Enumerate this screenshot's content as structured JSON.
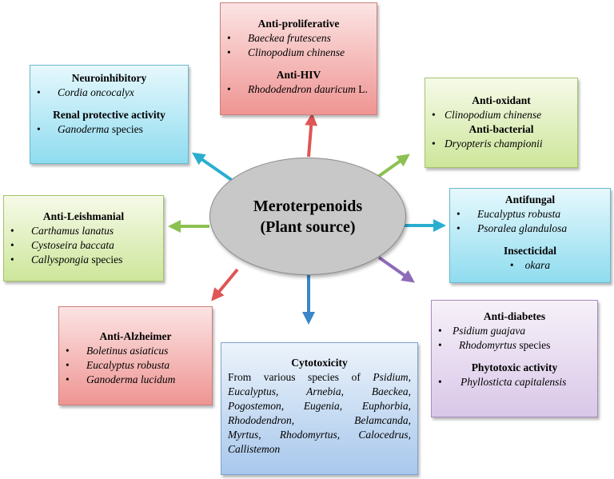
{
  "center": {
    "line1": "Meroterpenoids",
    "line2": "(Plant source)"
  },
  "anti_proliferative": {
    "title": "Anti-proliferative",
    "items": [
      "Baeckea frutescens",
      "Clinopodium chinense"
    ],
    "title2": "Anti-HIV",
    "hiv_species": "Rhododendron dauricum",
    "hiv_suffix": " L."
  },
  "neuroinhibitory": {
    "title": "Neuroinhibitory",
    "item": "Cordia oncocalyx",
    "title2": "Renal protective activity",
    "renal_species": "Ganoderma",
    "renal_suffix": " species"
  },
  "anti_oxidant": {
    "title": "Anti-oxidant",
    "item": "Clinopodium chinense",
    "title2": "Anti-bacterial",
    "item2": "Dryopteris championii"
  },
  "anti_leishmanial": {
    "title": "Anti-Leishmanial",
    "items": [
      "Carthamus lanatus",
      "Cystoseira baccata"
    ],
    "last_species": "Callyspongia",
    "last_suffix": " species"
  },
  "antifungal": {
    "title": "Antifungal",
    "items": [
      "Eucalyptus robusta",
      "Psoralea glandulosa"
    ],
    "title2": "Insecticidal",
    "item2": "okara"
  },
  "anti_alzheimer": {
    "title": "Anti-Alzheimer",
    "items": [
      "Boletinus asiaticus",
      "Eucalyptus robusta",
      "Ganoderma lucidum"
    ]
  },
  "cytotoxicity": {
    "title": "Cytotoxicity",
    "intro": "From various species of ",
    "line1_sp": "Psidium,",
    "line2": [
      "Eucalyptus,",
      "Arnebia,",
      "Baeckea,"
    ],
    "line3": [
      "Pogostemon,",
      "Eugenia,",
      "Euphorbia,"
    ],
    "line4": [
      "Rhododendron,",
      "Belamcanda,"
    ],
    "line5": [
      "Myrtus,",
      "Rhodomyrtus,",
      "Calocedrus,"
    ],
    "line6": "Callistemon"
  },
  "anti_diabetes": {
    "title": "Anti-diabetes",
    "item": "Psidium guajava",
    "item2_species": "Rhodomyrtus",
    "item2_suffix": " species",
    "title2": "Phytotoxic activity",
    "item3": "Phyllosticta capitalensis"
  },
  "bullet": "•",
  "colors": {
    "red": "#e05555",
    "cyan": "#2aaed0",
    "green": "#8cc152",
    "blue": "#3a86c8",
    "purple": "#8e6bb8",
    "ellipse": "#c8c8c8"
  }
}
